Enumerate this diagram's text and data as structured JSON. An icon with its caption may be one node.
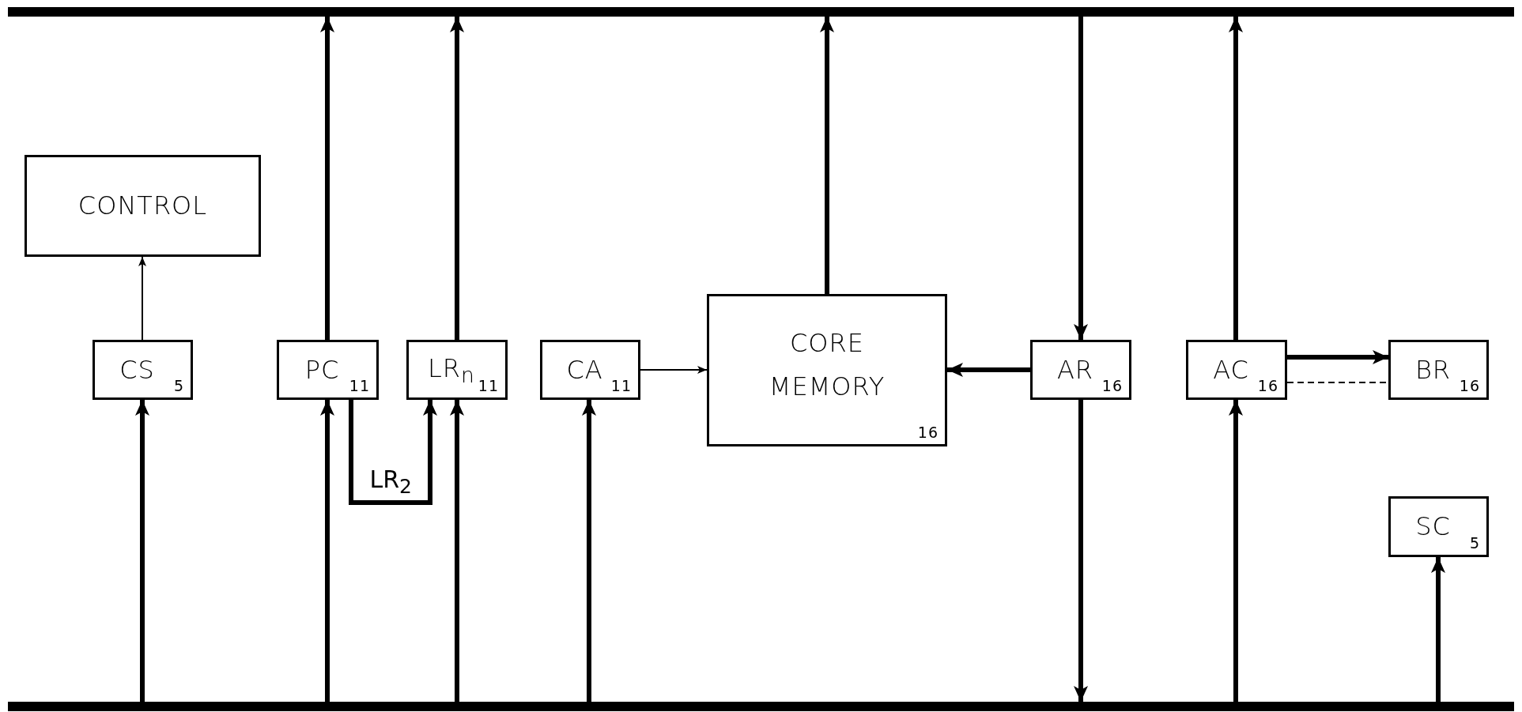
{
  "diagram": {
    "nodes": [
      {
        "text": [],
        "shape": "bar"
      },
      {
        "text": [],
        "shape": "bar"
      },
      {
        "text": [
          "CONTROL"
        ]
      },
      {
        "text": [
          "CS",
          "5"
        ]
      },
      {
        "text": [
          "PC",
          "11"
        ]
      },
      {
        "text": [
          "LR$_{n}$",
          "11"
        ]
      },
      {
        "text": [
          "CA",
          "11"
        ]
      },
      {
        "text": [
          "CORE MEMORY",
          "16"
        ]
      },
      {
        "text": [
          "AR",
          "16"
        ]
      },
      {
        "text": [
          "AC",
          "16"
        ]
      },
      {
        "text": [
          "BR",
          "16"
        ]
      },
      {
        "text": [
          "SC",
          "5"
        ]
      }
    ],
    "edges": [
      {
        "from": 3,
        "to": 2,
        "arrow": "to"
      },
      {
        "from": 1,
        "to": 3,
        "arrow": "to"
      },
      {
        "from": 4,
        "to": 0,
        "arrow": "to"
      },
      {
        "from": 1,
        "to": 4,
        "arrow": "to"
      },
      {
        "from": 5,
        "to": 0,
        "arrow": "to"
      },
      {
        "from": 1,
        "to": 5,
        "arrow": "to"
      },
      {
        "from": 4,
        "to": 5,
        "arrow": "to",
        "label": "LR$_{2}$"
      },
      {
        "from": 1,
        "to": 6,
        "arrow": "to"
      },
      {
        "from": 6,
        "to": 7,
        "arrow": "to"
      },
      {
        "from": 7,
        "to": 0,
        "arrow": "to"
      },
      {
        "from": 0,
        "to": 8,
        "arrow": "to"
      },
      {
        "from": 8,
        "to": 1,
        "arrow": "to"
      },
      {
        "from": 8,
        "to": 7,
        "arrow": "to"
      },
      {
        "from": 9,
        "to": 0,
        "arrow": "to"
      },
      {
        "from": 1,
        "to": 9,
        "arrow": "to"
      },
      {
        "from": 9,
        "to": 10,
        "arrow": "to"
      },
      {
        "from": 9,
        "to": 10,
        "arrow": "none",
        "style": "dashed"
      },
      {
        "from": 1,
        "to": 11,
        "arrow": "to"
      }
    ]
  }
}
